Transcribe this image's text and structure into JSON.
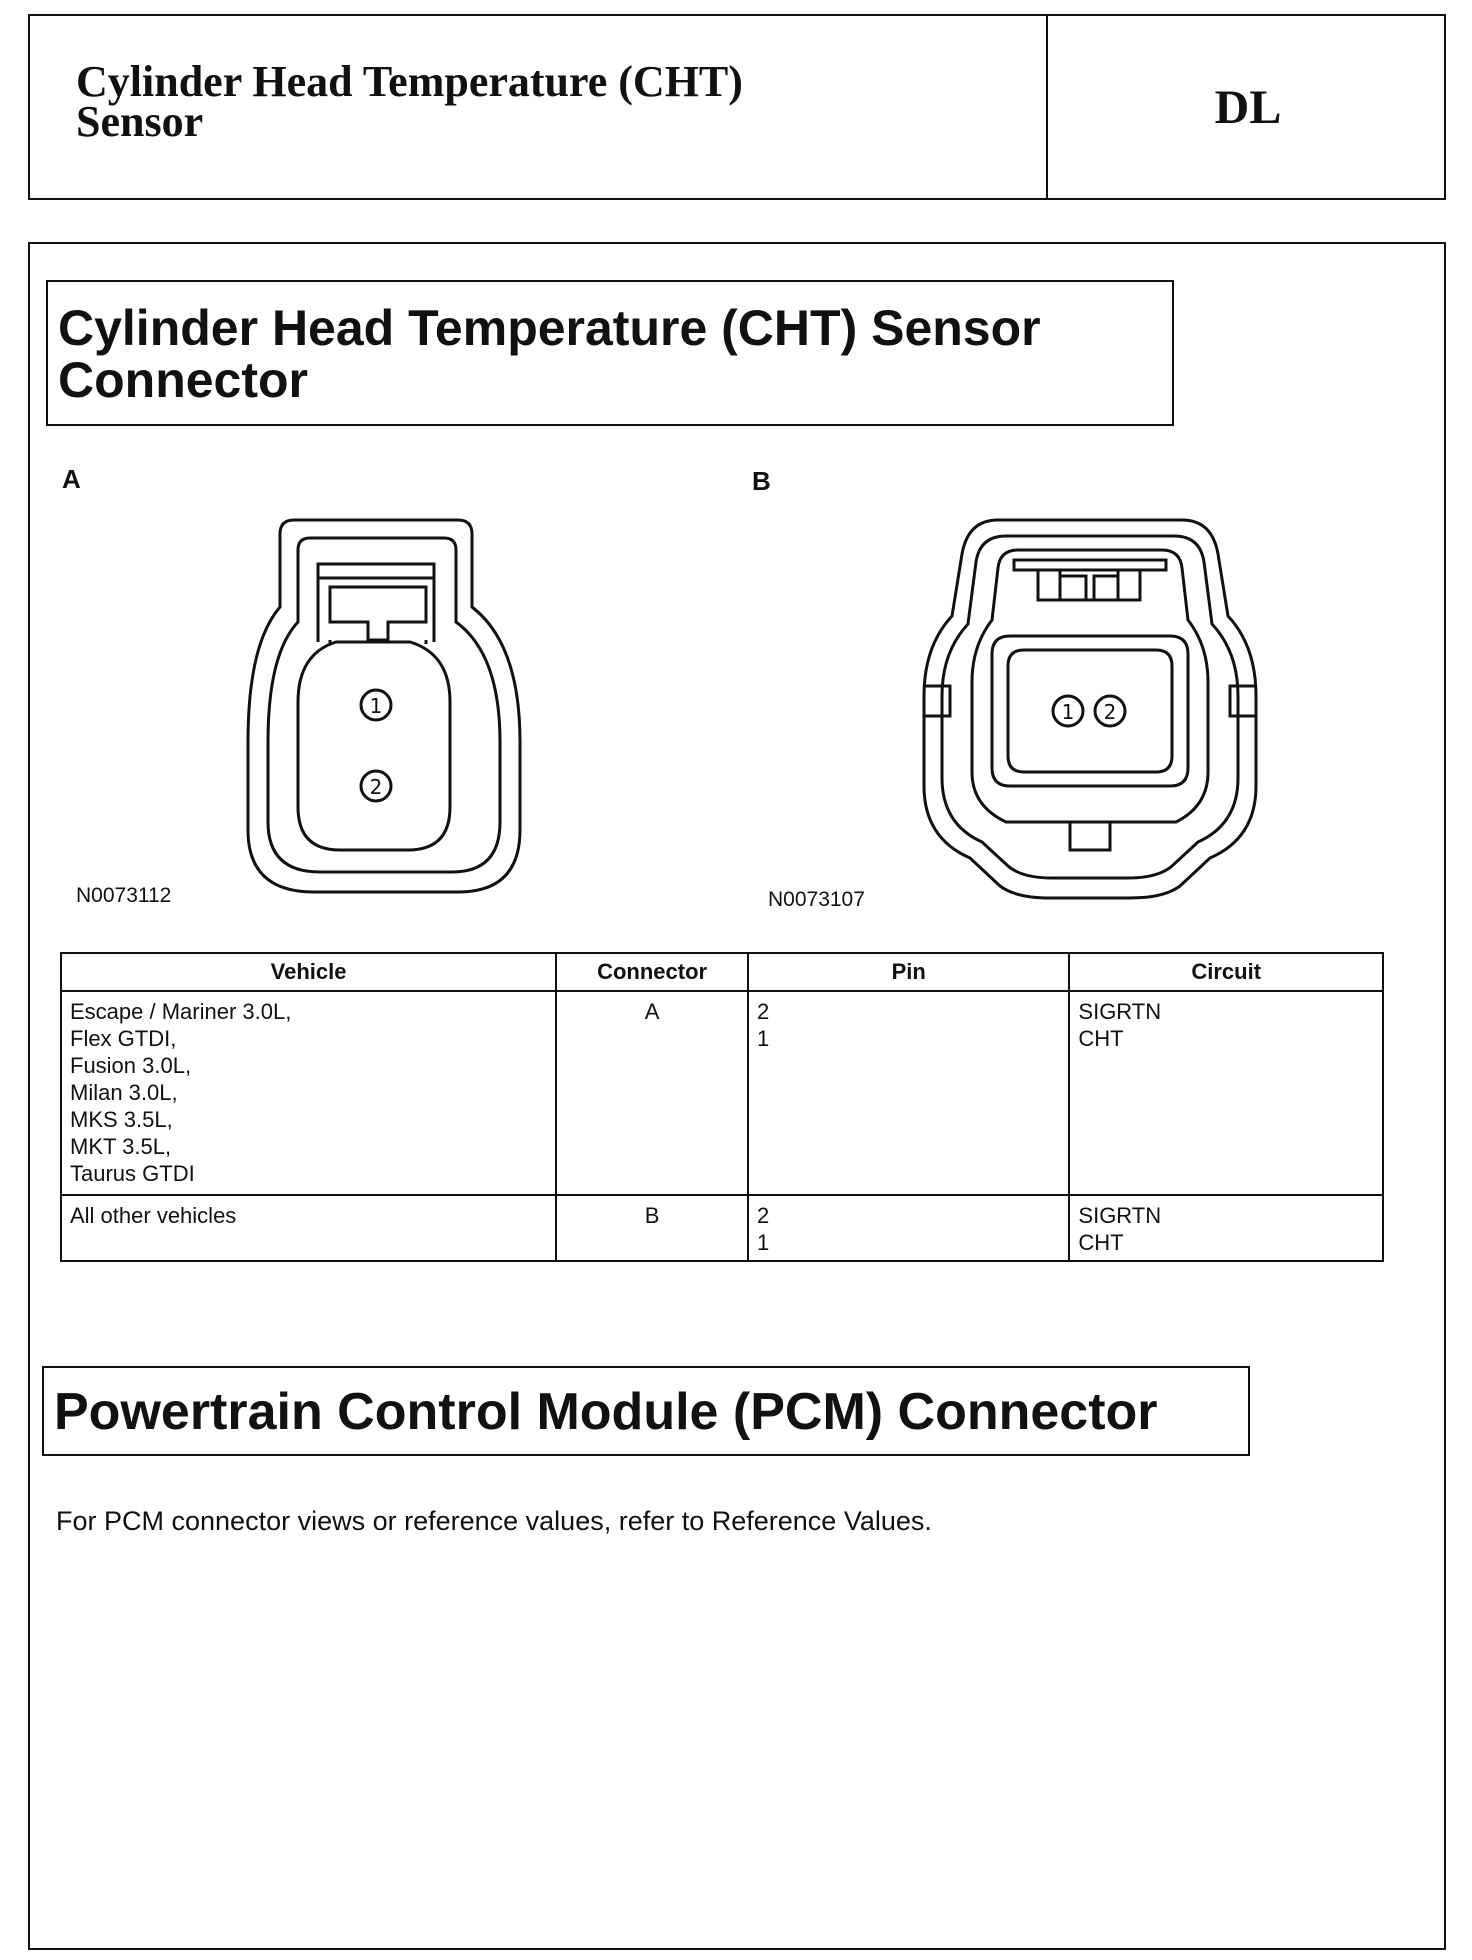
{
  "header": {
    "title_line1": "Cylinder Head Temperature (CHT)",
    "title_line2": "Sensor",
    "section_code": "DL"
  },
  "section1": {
    "title_line1": "Cylinder Head Temperature (CHT) Sensor",
    "title_line2": "Connector"
  },
  "figure_a": {
    "letter": "A",
    "id": "N0073112",
    "pin1": "1",
    "pin2": "2"
  },
  "figure_b": {
    "letter": "B",
    "id": "N0073107",
    "pin1": "1",
    "pin2": "2"
  },
  "table": {
    "headers": [
      "Vehicle",
      "Connector",
      "Pin",
      "Circuit"
    ],
    "rows": [
      {
        "vehicles": [
          "Escape / Mariner 3.0L,",
          "Flex GTDI,",
          "Fusion 3.0L,",
          "Milan 3.0L,",
          "MKS 3.5L,",
          "MKT 3.5L,",
          "Taurus GTDI"
        ],
        "connector": "A",
        "pins": [
          "2",
          "1"
        ],
        "circuits": [
          "SIGRTN",
          "CHT"
        ]
      },
      {
        "vehicles": [
          "All other vehicles"
        ],
        "connector": "B",
        "pins": [
          "2",
          "1"
        ],
        "circuits": [
          "SIGRTN",
          "CHT"
        ]
      }
    ]
  },
  "section2": {
    "title": "Powertrain Control Module (PCM) Connector",
    "note": "For PCM connector views or reference values, refer to Reference Values."
  }
}
